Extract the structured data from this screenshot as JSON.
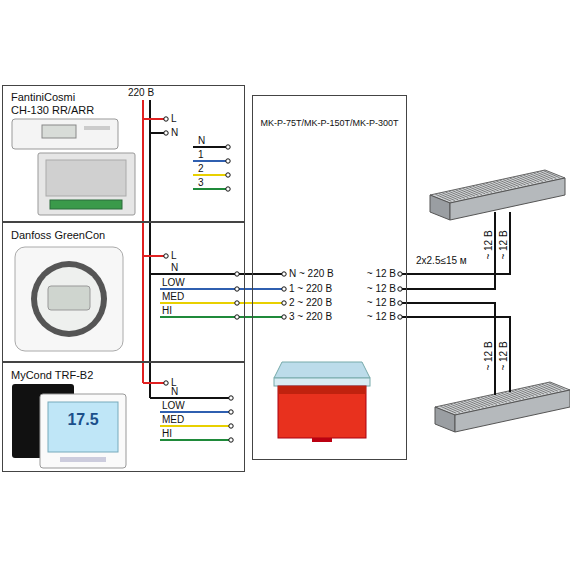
{
  "diagram": {
    "nodes": [
      {
        "text": [
          "FantiniCosmi CH-130 RR/ARR"
        ]
      },
      {
        "text": [
          "Danfoss GreenCon"
        ]
      },
      {
        "text": [
          "MyCond TRF-B2"
        ]
      },
      {
        "text": [
          "MK-P-75T/MK-P-150T/MK-P-300T"
        ]
      }
    ],
    "edges": [
      {
        "from": 1,
        "to": 3,
        "arrow": "none"
      }
    ],
    "labels": [
      "220 В",
      "L",
      "N",
      "N",
      "1",
      "2",
      "3",
      "L",
      "N",
      "LOW",
      "MED",
      "HI",
      "L",
      "N",
      "LOW",
      "MED",
      "HI",
      "17.5",
      "N ~ 220 В",
      "1 ~ 220 В",
      "2 ~ 220 В",
      "3 ~ 220 В",
      "~ 12 В",
      "~ 12 В",
      "~ 12 В",
      "~ 12 В",
      "2x2.5≤15 м",
      "~ 12 В",
      "~ 12 В",
      "~ 12 В",
      "~ 12 В"
    ]
  }
}
